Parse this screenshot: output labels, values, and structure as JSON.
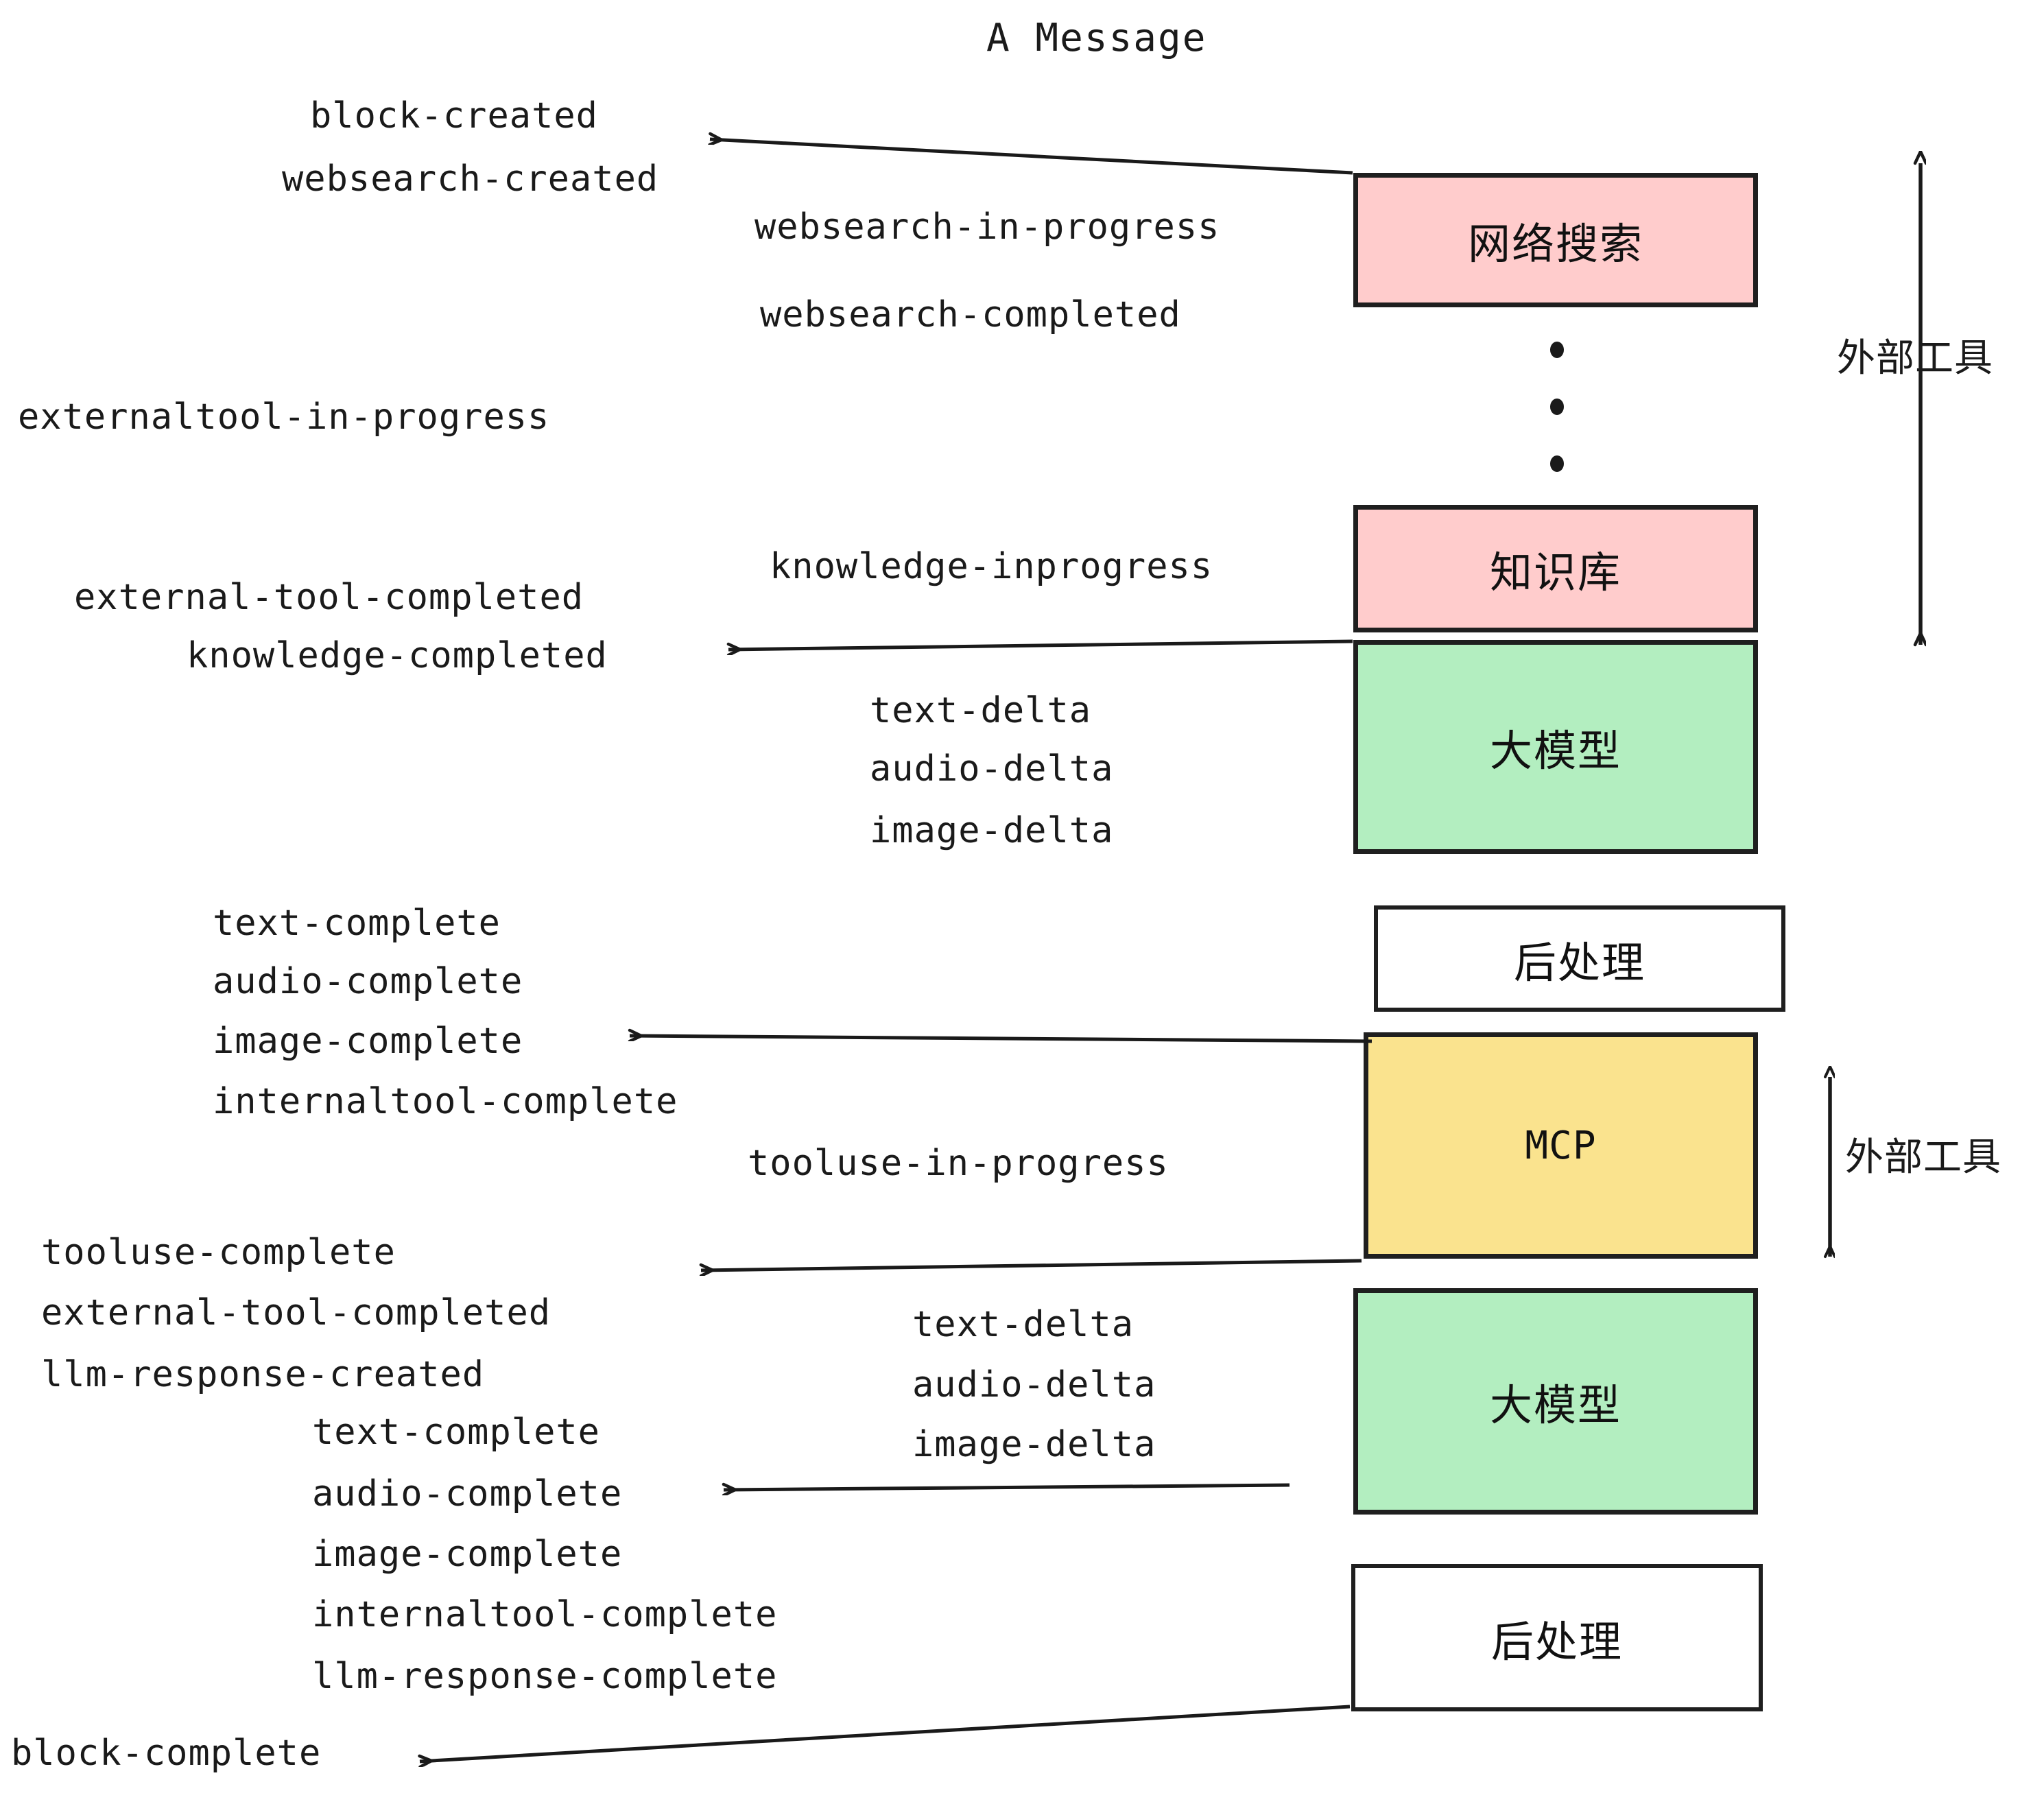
{
  "diagram": {
    "title": "A Message",
    "colors": {
      "pink": "#FFCCCC",
      "green": "#B3EEC0",
      "yellow": "#FAE38E",
      "white": "#FFFFFF",
      "stroke": "#1F1F1F",
      "text": "#1A1A1A"
    },
    "nodes": [
      {
        "id": "websearch",
        "label": "网络搜索",
        "fill": "pink"
      },
      {
        "id": "knowledge",
        "label": "知识库",
        "fill": "pink"
      },
      {
        "id": "llm-1",
        "label": "大模型",
        "fill": "green"
      },
      {
        "id": "postprocess-1",
        "label": "后处理",
        "fill": "white"
      },
      {
        "id": "mcp",
        "label": "MCP",
        "fill": "yellow"
      },
      {
        "id": "llm-2",
        "label": "大模型",
        "fill": "green"
      },
      {
        "id": "postprocess-2",
        "label": "后处理",
        "fill": "white"
      }
    ],
    "side_labels": [
      {
        "id": "external-tools-top",
        "label": "外部工具"
      },
      {
        "id": "external-tools-bottom",
        "label": "外部工具"
      }
    ],
    "events": [
      {
        "id": "block-created",
        "label": "block-created"
      },
      {
        "id": "websearch-created",
        "label": "websearch-created"
      },
      {
        "id": "websearch-in-progress",
        "label": "websearch-in-progress"
      },
      {
        "id": "websearch-completed",
        "label": "websearch-completed"
      },
      {
        "id": "externaltool-in-progress",
        "label": "externaltool-in-progress"
      },
      {
        "id": "knowledge-inprogress",
        "label": "knowledge-inprogress"
      },
      {
        "id": "external-tool-completed-1",
        "label": "external-tool-completed"
      },
      {
        "id": "knowledge-completed",
        "label": "knowledge-completed"
      },
      {
        "id": "text-delta-1",
        "label": "text-delta"
      },
      {
        "id": "audio-delta-1",
        "label": "audio-delta"
      },
      {
        "id": "image-delta-1",
        "label": "image-delta"
      },
      {
        "id": "text-complete-1",
        "label": "text-complete"
      },
      {
        "id": "audio-complete-1",
        "label": "audio-complete"
      },
      {
        "id": "image-complete-1",
        "label": "image-complete"
      },
      {
        "id": "internaltool-complete-1",
        "label": "internaltool-complete"
      },
      {
        "id": "tooluse-in-progress",
        "label": "tooluse-in-progress"
      },
      {
        "id": "tooluse-complete",
        "label": "tooluse-complete"
      },
      {
        "id": "external-tool-completed-2",
        "label": "external-tool-completed"
      },
      {
        "id": "llm-response-created",
        "label": "llm-response-created"
      },
      {
        "id": "text-delta-2",
        "label": "text-delta"
      },
      {
        "id": "audio-delta-2",
        "label": "audio-delta"
      },
      {
        "id": "image-delta-2",
        "label": "image-delta"
      },
      {
        "id": "text-complete-2",
        "label": "text-complete"
      },
      {
        "id": "audio-complete-2",
        "label": "audio-complete"
      },
      {
        "id": "image-complete-2",
        "label": "image-complete"
      },
      {
        "id": "internaltool-complete-2",
        "label": "internaltool-complete"
      },
      {
        "id": "llm-response-complete",
        "label": "llm-response-complete"
      },
      {
        "id": "block-complete",
        "label": "block-complete"
      }
    ]
  }
}
